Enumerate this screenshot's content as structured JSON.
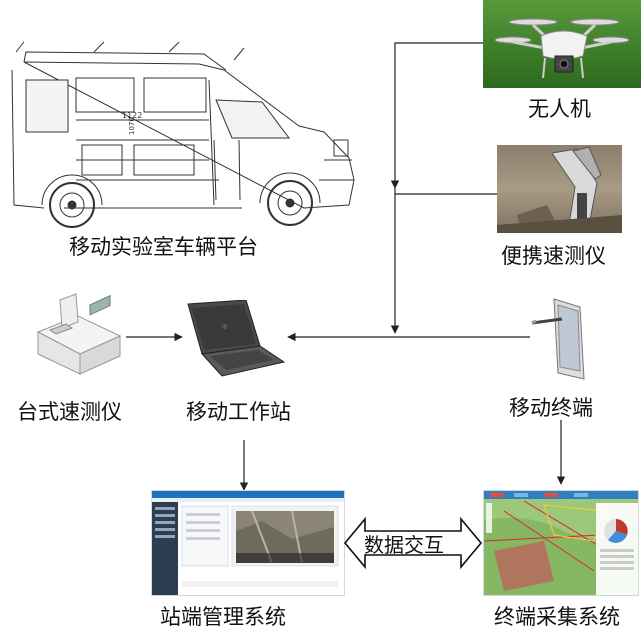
{
  "labels": {
    "drone": "无人机",
    "vehicle": "移动实验室车辆平台",
    "portable": "便携速测仪",
    "desktop": "台式速测仪",
    "workstation": "移动工作站",
    "terminal": "移动终端",
    "station_system": "站端管理系统",
    "terminal_system": "终端采集系统",
    "data_exchange": "数据交互"
  },
  "icons": {
    "drone": "drone-photo",
    "vehicle": "van-line-drawing",
    "portable": "handheld-analyzer",
    "desktop": "desktop-analyzer",
    "workstation": "laptop",
    "terminal": "smartphone-stylus",
    "station_system": "management-software-screenshot",
    "terminal_system": "map-software-screenshot"
  },
  "vehicle_dims": {
    "d1": "1122",
    "d2": "1070"
  }
}
